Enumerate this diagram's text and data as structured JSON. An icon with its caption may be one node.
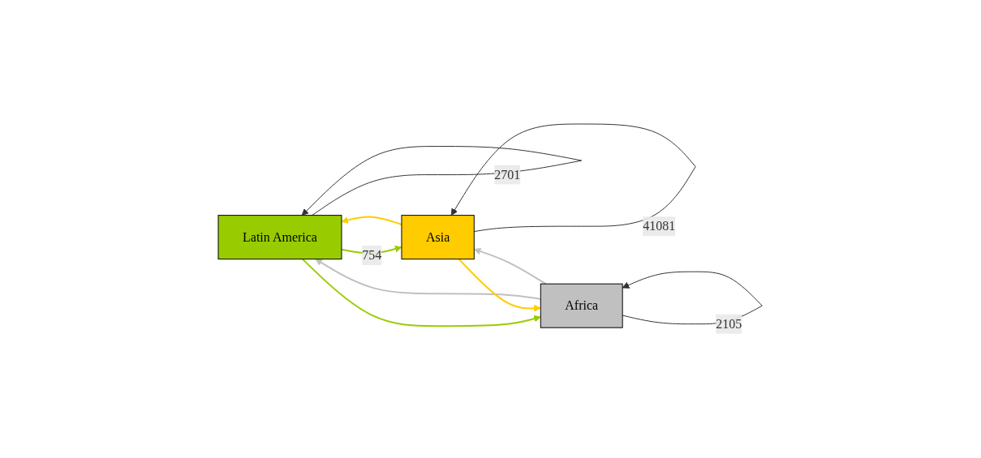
{
  "diagram": {
    "nodes": [
      {
        "text": [
          "Latin America"
        ]
      },
      {
        "text": [
          "Asia"
        ]
      },
      {
        "text": [
          "Africa"
        ]
      }
    ],
    "edges": [
      {
        "from": 0,
        "to": 0,
        "arrow": "to",
        "label": "2701"
      },
      {
        "from": 1,
        "to": 1,
        "arrow": "to",
        "label": "41081"
      },
      {
        "from": 2,
        "to": 2,
        "arrow": "to",
        "label": "2105"
      },
      {
        "from": 1,
        "to": 0,
        "arrow": "to",
        "color": "#ffcc00"
      },
      {
        "from": 0,
        "to": 1,
        "arrow": "to",
        "label": "754",
        "color": "#99cc00"
      },
      {
        "from": 0,
        "to": 2,
        "arrow": "to",
        "color": "#99cc00"
      },
      {
        "from": 2,
        "to": 0,
        "arrow": "to",
        "color": "#c0c0c0"
      },
      {
        "from": 1,
        "to": 2,
        "arrow": "to",
        "color": "#ffcc00"
      },
      {
        "from": 2,
        "to": 1,
        "arrow": "to",
        "color": "#c0c0c0"
      }
    ]
  }
}
